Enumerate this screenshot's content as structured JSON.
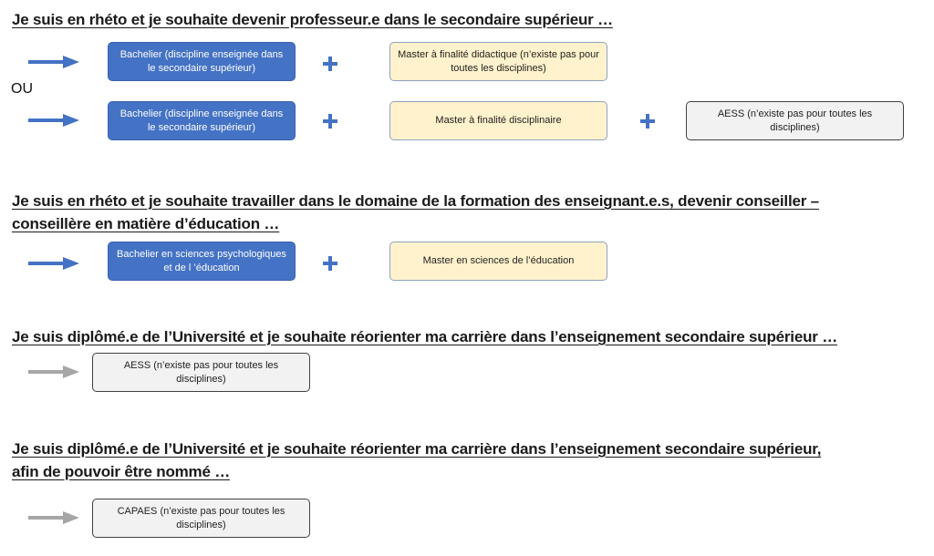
{
  "sections": [
    {
      "heading": "Je suis en rhéto et je souhaite devenir professeur.e dans le secondaire supérieur …",
      "separator": "OU",
      "row1": {
        "box1": "Bachelier (discipline enseignée dans le secondaire supérieur)",
        "box2": "Master à finalité didactique (n’existe pas pour toutes les disciplines)"
      },
      "row2": {
        "box1": "Bachelier (discipline enseignée dans le secondaire supérieur)",
        "box2": "Master à finalité disciplinaire",
        "box3": "AESS (n’existe pas pour toutes les disciplines)"
      }
    },
    {
      "heading_line1": "Je suis en rhéto et je souhaite travailler dans le domaine de la formation des enseignant.e.s, devenir conseiller –",
      "heading_line2": "conseillère en matière d’éducation …",
      "box1": "Bachelier en sciences psychologiques et de l ’éducation",
      "box2": "Master  en sciences de l’éducation"
    },
    {
      "heading": "Je suis diplômé.e de l’Université et je souhaite réorienter ma carrière dans l’enseignement secondaire supérieur …",
      "box1": "AESS (n’existe pas pour toutes les disciplines)"
    },
    {
      "heading_line1": "Je suis diplômé.e de l’Université et je souhaite réorienter ma carrière dans l’enseignement secondaire supérieur,",
      "heading_line2": "afin de pouvoir être nommé …",
      "box1": "CAPAES (n’existe pas pour toutes les disciplines)"
    }
  ],
  "colors": {
    "arrow_blue": "#4472c4",
    "arrow_grey": "#a6a6a6",
    "box_blue": "#4472c4",
    "box_yellow": "#fff2cc",
    "box_grey": "#f2f2f2",
    "plus": "#4472c4"
  },
  "icons": {
    "arrow": "right-arrow-icon",
    "plus": "plus-icon"
  }
}
